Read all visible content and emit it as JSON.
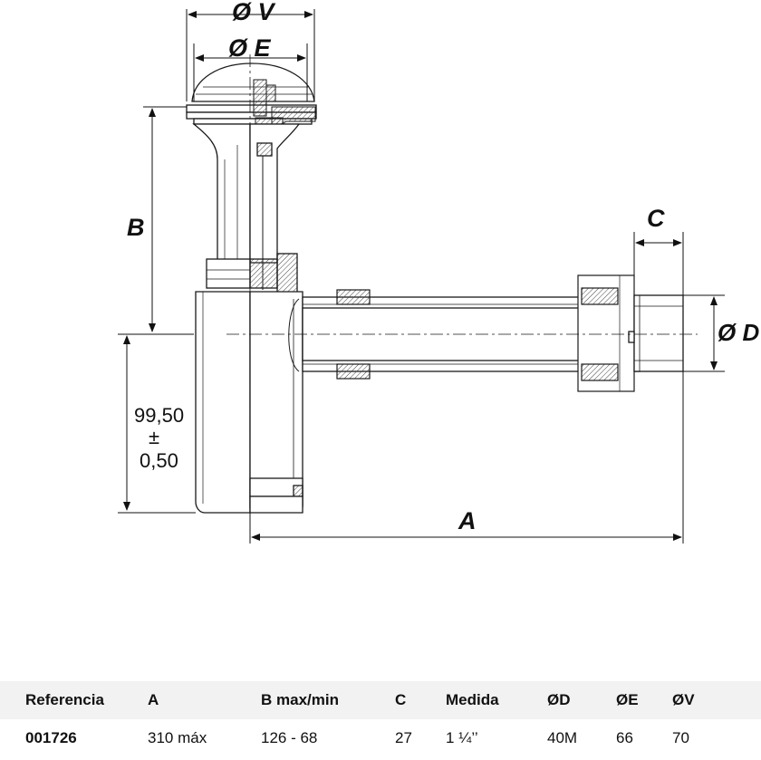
{
  "diagram": {
    "labels": {
      "dia_v": "Ø V",
      "dia_e": "Ø E",
      "b": "B",
      "c": "C",
      "dia_d": "Ø D",
      "a": "A",
      "height_value": "99,50",
      "height_pm": "±",
      "height_tol": "0,50"
    },
    "colors": {
      "line": "#1a1a1a",
      "fill": "#ffffff",
      "hatch": "#555555"
    }
  },
  "table": {
    "headers": [
      "Referencia",
      "A",
      "B max/min",
      "C",
      "Medida",
      "ØD",
      "ØE",
      "ØV"
    ],
    "rows": [
      [
        "001726",
        "310 máx",
        "126 - 68",
        "27",
        "1 ¼’’",
        "40M",
        "66",
        "70"
      ]
    ]
  }
}
